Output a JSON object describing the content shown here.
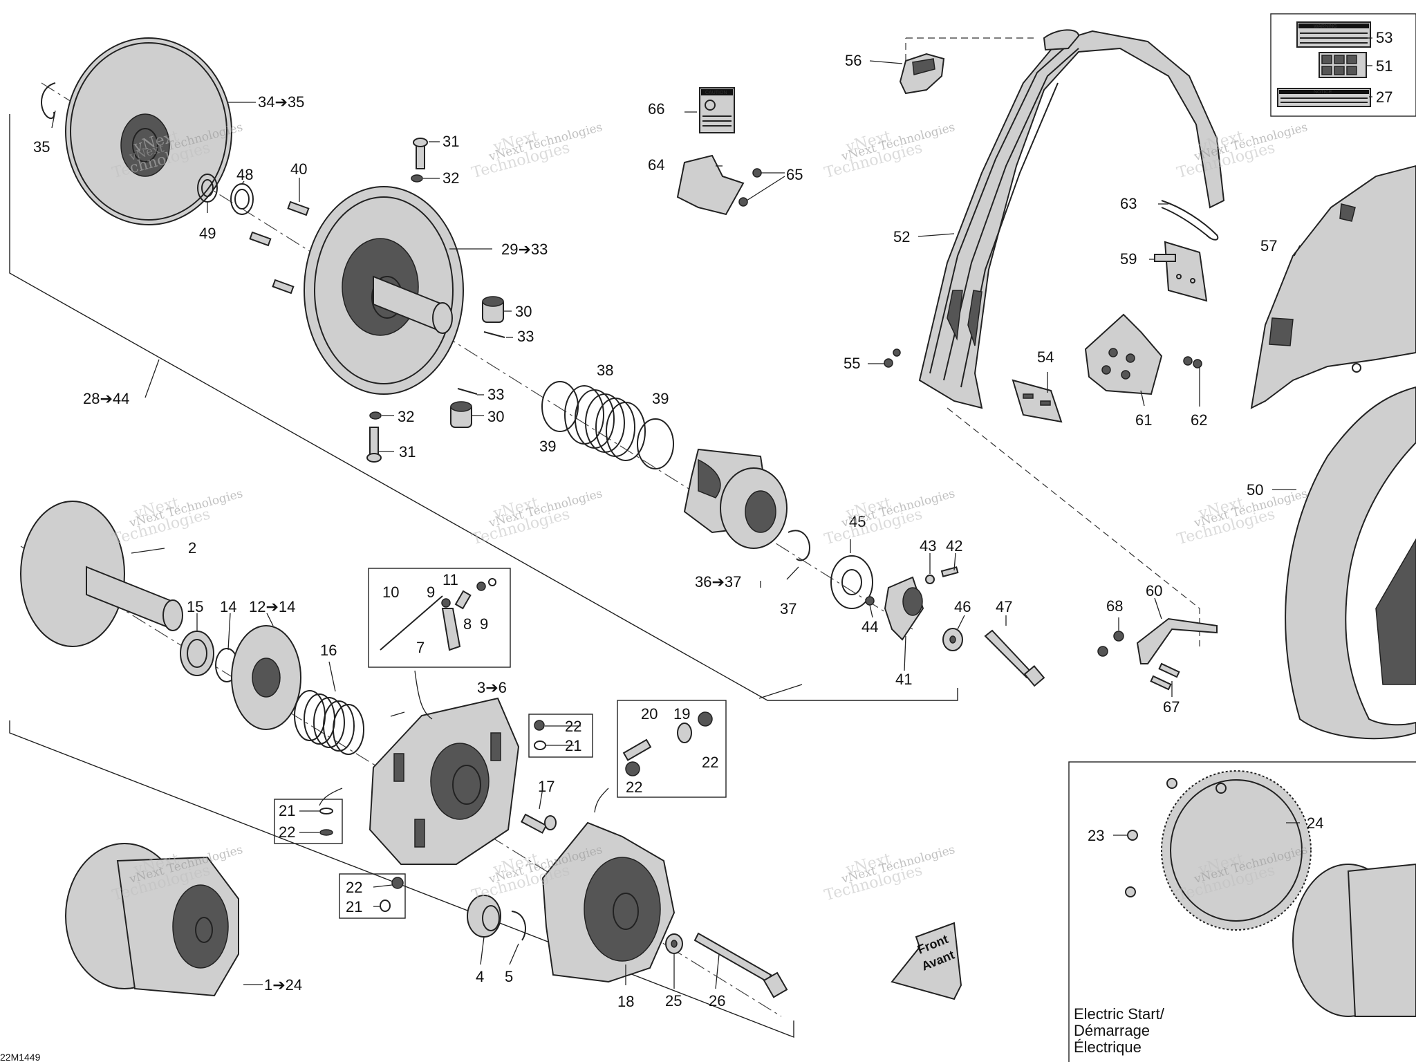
{
  "labels": {
    "p35": "35",
    "p34_35": "34➔35",
    "p49": "49",
    "p48": "48",
    "p40": "40",
    "p31a": "31",
    "p32a": "32",
    "p29_33": "29➔33",
    "p30a": "30",
    "p33a": "33",
    "p28_44": "28➔44",
    "p33b": "33",
    "p32b": "32",
    "p30b": "30",
    "p31b": "31",
    "p38": "38",
    "p39a": "39",
    "p39b": "39",
    "p66": "66",
    "p64": "64",
    "p65": "65",
    "p56": "56",
    "p52": "52",
    "p55": "55",
    "p54": "54",
    "p53": "53",
    "p51": "51",
    "p27": "27",
    "p63": "63",
    "p57": "57",
    "p59": "59",
    "p61": "61",
    "p62": "62",
    "p50": "50",
    "p2": "2",
    "p15": "15",
    "p14": "14",
    "p12_14": "12➔14",
    "p16": "16",
    "p10": "10",
    "p9a": "9",
    "p11": "11",
    "p8": "8",
    "p9b": "9",
    "p7": "7",
    "p36_37": "36➔37",
    "p37": "37",
    "p45": "45",
    "p43": "43",
    "p42": "42",
    "p44": "44",
    "p41": "41",
    "p46": "46",
    "p47": "47",
    "p60": "60",
    "p68": "68",
    "p67": "67",
    "p3_6": "3➔6",
    "p22a": "22",
    "p21a": "21",
    "p20": "20",
    "p19": "19",
    "p22b": "22",
    "p22c": "22",
    "p17": "17",
    "p21b": "21",
    "p22d": "22",
    "p22e": "22",
    "p21c": "21",
    "p4": "4",
    "p5": "5",
    "p18": "18",
    "p25": "25",
    "p26": "26",
    "p1_24": "1➔24",
    "p23": "23",
    "p24": "24"
  },
  "decals": {
    "caution_title": "CAUTION",
    "warning_title": "WARNING",
    "notice_title": "NOTICE"
  },
  "front_arrow": {
    "line1": "Front",
    "line2": "Avant"
  },
  "inset": {
    "line1": "Electric Start/",
    "line2": "Démarrage",
    "line3": "Électrique"
  },
  "drawing_number": "22M1449",
  "watermark": {
    "line1": "vNext",
    "line2": "Technologies",
    "line3": "vNext Technologies"
  }
}
